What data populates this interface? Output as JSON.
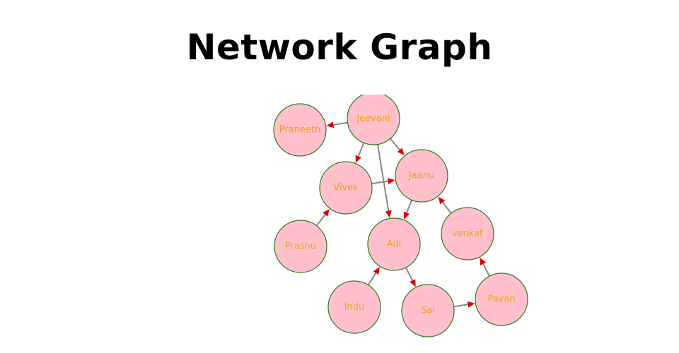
{
  "title": "Network Graph",
  "colors": {
    "node_fill": "#ffc0cb",
    "node_stroke": "#2e7d1f",
    "label": "#f0a020",
    "edge": "#888888",
    "arrow": "#e00000"
  },
  "graph": {
    "nodes": [
      {
        "id": "Jeevani",
        "label": "Jeevani"
      },
      {
        "id": "Praneeth",
        "label": "Praneeth"
      },
      {
        "id": "Vivek",
        "label": "Vivek"
      },
      {
        "id": "Jaanu",
        "label": "Jaanu"
      },
      {
        "id": "Prashu",
        "label": "Prashu"
      },
      {
        "id": "Adi",
        "label": "Adi"
      },
      {
        "id": "venkat",
        "label": "venkat"
      },
      {
        "id": "Indu",
        "label": "Indu"
      },
      {
        "id": "Sai",
        "label": "Sai"
      },
      {
        "id": "Pavan",
        "label": "Pavan"
      }
    ],
    "edges": [
      {
        "source": "Jeevani",
        "target": "Praneeth"
      },
      {
        "source": "Jeevani",
        "target": "Vivek"
      },
      {
        "source": "Jeevani",
        "target": "Jaanu"
      },
      {
        "source": "Jeevani",
        "target": "Adi"
      },
      {
        "source": "Vivek",
        "target": "Jaanu"
      },
      {
        "source": "Jaanu",
        "target": "Adi"
      },
      {
        "source": "Prashu",
        "target": "Vivek"
      },
      {
        "source": "venkat",
        "target": "Jaanu"
      },
      {
        "source": "Indu",
        "target": "Adi"
      },
      {
        "source": "Adi",
        "target": "Sai"
      },
      {
        "source": "Sai",
        "target": "Pavan"
      },
      {
        "source": "Pavan",
        "target": "venkat"
      }
    ]
  }
}
